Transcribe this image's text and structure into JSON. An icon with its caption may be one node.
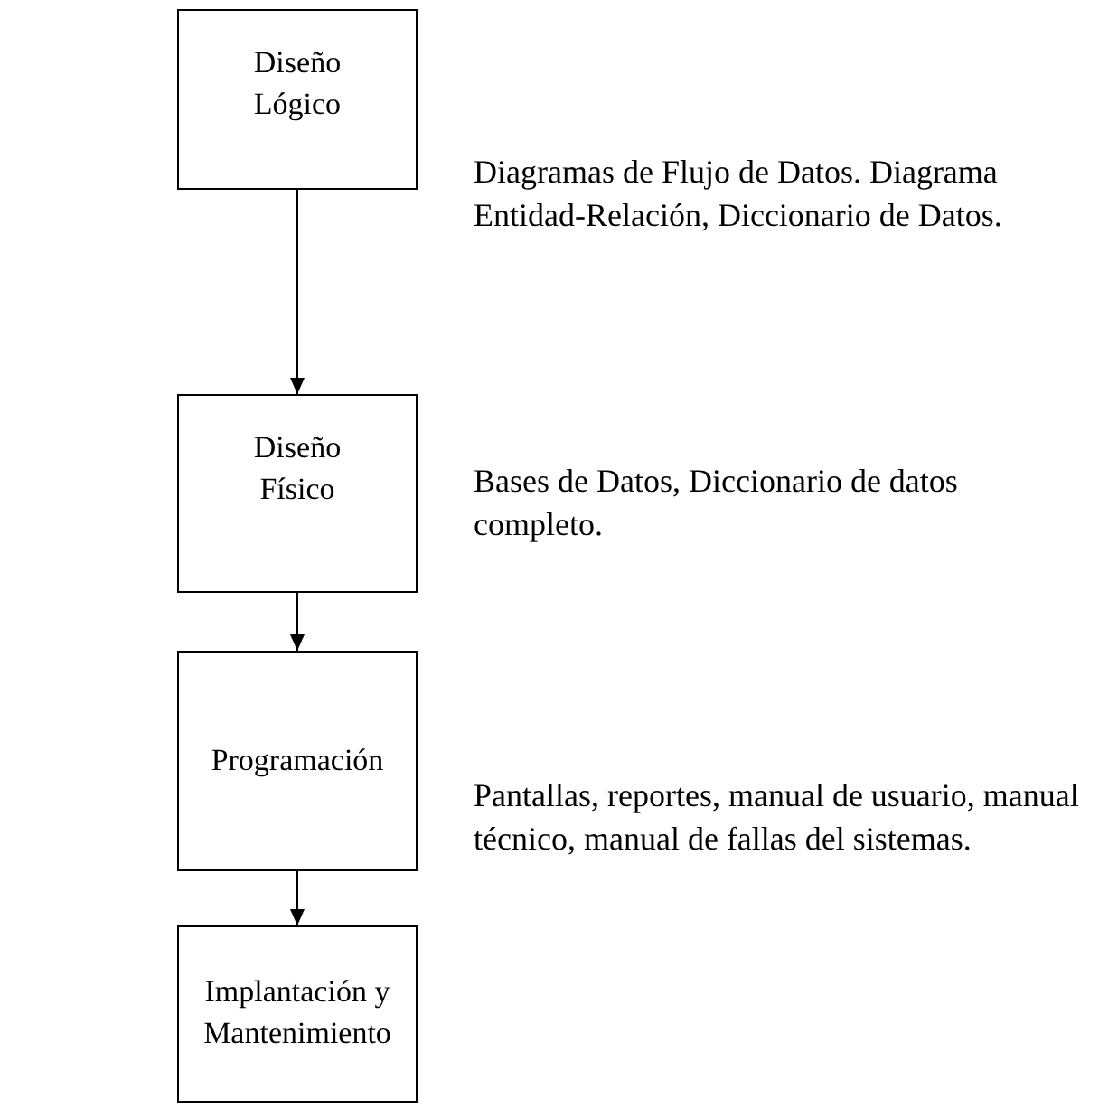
{
  "diagram": {
    "nodes": [
      {
        "text": [
          "Diseño Lógico"
        ]
      },
      {
        "text": [
          "Diseño Físico"
        ]
      },
      {
        "text": [
          "Programación"
        ]
      },
      {
        "text": [
          "Implantación y Mantenimiento"
        ]
      }
    ],
    "edges": [
      {
        "from": 0,
        "to": 1,
        "arrow": "to"
      },
      {
        "from": 1,
        "to": 2,
        "arrow": "to"
      },
      {
        "from": 2,
        "to": 3,
        "arrow": "to"
      }
    ],
    "labels": [
      "Diagramas de Flujo de Datos. Diagrama Entidad-Relación, Diccionario de Datos.",
      "Bases de Datos, Diccionario de datos completo.",
      "Pantallas, reportes, manual de usuario, manual técnico, manual de fallas del sistemas."
    ]
  }
}
